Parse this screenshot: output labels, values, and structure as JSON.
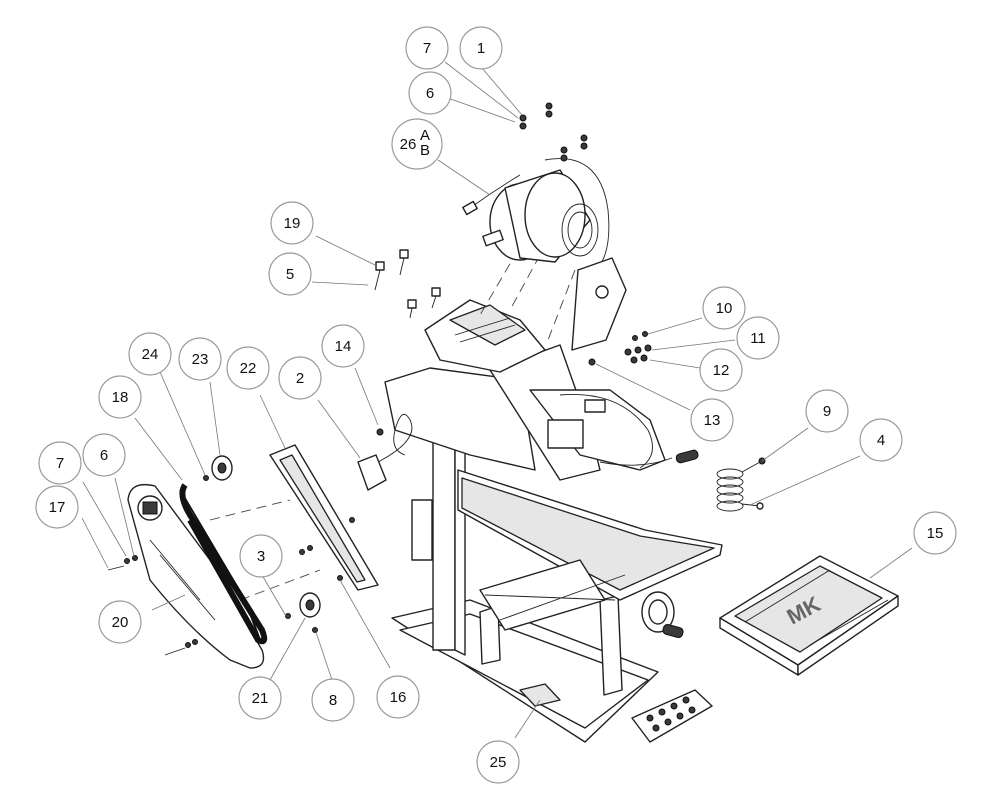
{
  "callouts": [
    {
      "id": "c1",
      "label": "1",
      "sub": ""
    },
    {
      "id": "c7a",
      "label": "7",
      "sub": ""
    },
    {
      "id": "c6a",
      "label": "6",
      "sub": ""
    },
    {
      "id": "c26",
      "label": "26",
      "sub": "A\nB"
    },
    {
      "id": "c19",
      "label": "19",
      "sub": ""
    },
    {
      "id": "c5",
      "label": "5",
      "sub": ""
    },
    {
      "id": "c10",
      "label": "10",
      "sub": ""
    },
    {
      "id": "c11",
      "label": "11",
      "sub": ""
    },
    {
      "id": "c12",
      "label": "12",
      "sub": ""
    },
    {
      "id": "c13",
      "label": "13",
      "sub": ""
    },
    {
      "id": "c14",
      "label": "14",
      "sub": ""
    },
    {
      "id": "c2",
      "label": "2",
      "sub": ""
    },
    {
      "id": "c24",
      "label": "24",
      "sub": ""
    },
    {
      "id": "c23",
      "label": "23",
      "sub": ""
    },
    {
      "id": "c22",
      "label": "22",
      "sub": ""
    },
    {
      "id": "c18",
      "label": "18",
      "sub": ""
    },
    {
      "id": "c7b",
      "label": "7",
      "sub": ""
    },
    {
      "id": "c6b",
      "label": "6",
      "sub": ""
    },
    {
      "id": "c17",
      "label": "17",
      "sub": ""
    },
    {
      "id": "c9",
      "label": "9",
      "sub": ""
    },
    {
      "id": "c4",
      "label": "4",
      "sub": ""
    },
    {
      "id": "c15",
      "label": "15",
      "sub": ""
    },
    {
      "id": "c3",
      "label": "3",
      "sub": ""
    },
    {
      "id": "c20",
      "label": "20",
      "sub": ""
    },
    {
      "id": "c21",
      "label": "21",
      "sub": ""
    },
    {
      "id": "c8",
      "label": "8",
      "sub": ""
    },
    {
      "id": "c16",
      "label": "16",
      "sub": ""
    },
    {
      "id": "c25",
      "label": "25",
      "sub": ""
    }
  ],
  "parts": {
    "tray_logo": "MK"
  }
}
